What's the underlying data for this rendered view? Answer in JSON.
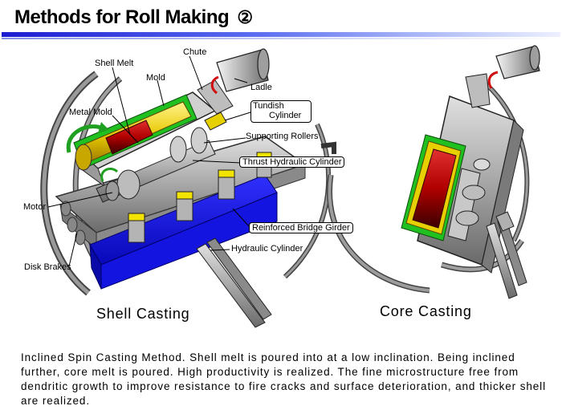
{
  "title": "Methods for Roll Making",
  "title_number": "②",
  "labels": {
    "chute": "Chute",
    "shell_melt": "Shell Melt",
    "mold": "Mold",
    "ladle": "Ladle",
    "metal_mold": "Metal Mold",
    "tundish_line1": "Tundish",
    "tundish_line2": "Cylinder",
    "supporting_rollers": "Supporting Rollers",
    "thrust_hydraulic_cylinder": "Thrust Hydraulic Cylinder",
    "motor": "Motor",
    "reinforced_bridge_girder": "Reinforced Bridge Girder",
    "hydraulic_cylinder": "Hydraulic Cylinder",
    "disk_brakes": "Disk Brakes"
  },
  "captions": {
    "shell_casting": "Shell Casting",
    "core_casting": "Core Casting"
  },
  "description": "Inclined Spin Casting Method. Shell melt is poured into at a low inclination. Being inclined further, core melt is poured. High productivity is realized. The fine microstructure free from dendritic growth to improve resistance to fire cracks and surface deterioration, and thicker shell are realized.",
  "colors": {
    "title_rule": "#1c1cd0",
    "girder": "#1010e0",
    "mold_green": "#1ec41e",
    "melt_red": "#cc1010",
    "metal_yellow": "#e8d000",
    "hydraulic_yellow": "#f0e000",
    "machine_gray": "#b8b8b8"
  }
}
